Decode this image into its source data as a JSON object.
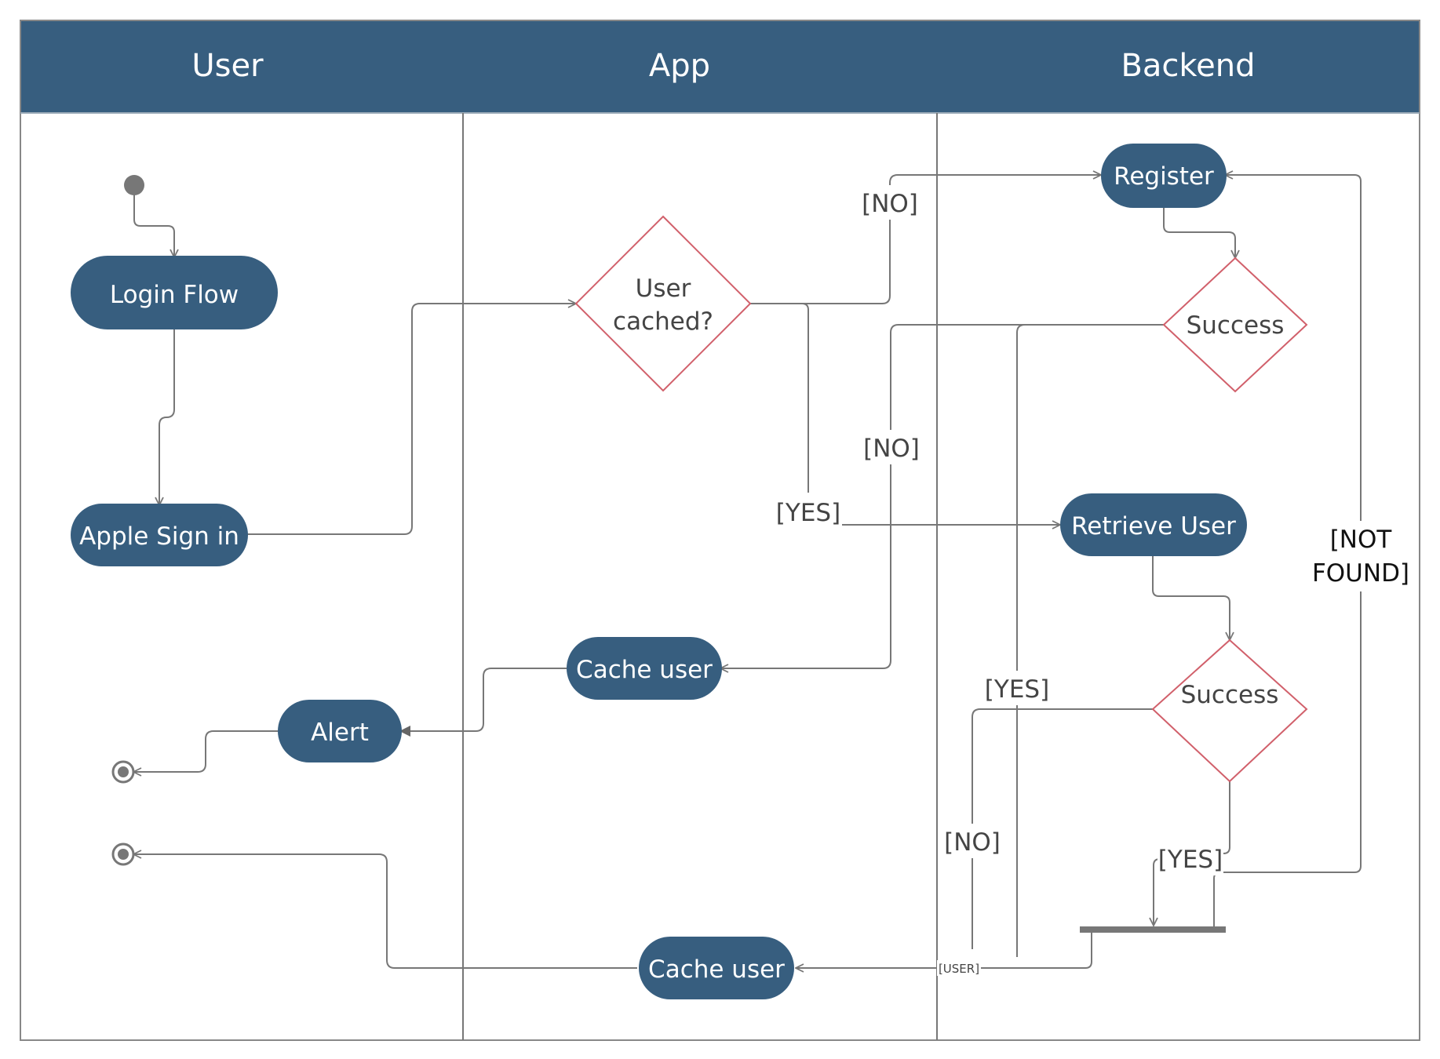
{
  "lanes": [
    {
      "id": "user",
      "title": "User"
    },
    {
      "id": "app",
      "title": "App"
    },
    {
      "id": "backend",
      "title": "Backend"
    }
  ],
  "nodes": {
    "login_flow": "Login Flow",
    "apple_sign_in": "Apple Sign in",
    "user_cached": [
      "User",
      "cached?"
    ],
    "register": "Register",
    "success_register": "Success",
    "retrieve_user": "Retrieve User",
    "success_retrieve": "Success",
    "cache_user_upper": "Cache user",
    "alert": "Alert",
    "cache_user_lower": "Cache user"
  },
  "guards": {
    "cached_no": "[NO]",
    "cached_yes": "[YES]",
    "register_no": "[NO]",
    "register_yes": "[YES]",
    "retrieve_no": "[NO]",
    "retrieve_yes": "[YES]",
    "not_found": [
      "[NOT",
      "FOUND]"
    ],
    "user": "[USER]"
  },
  "colors": {
    "header": "#375e7f",
    "header_text": "#ffffff",
    "action_fill": "#375e7f",
    "action_text": "#ffffff",
    "decision_stroke": "#d1606b",
    "line": "#777777",
    "label_text": "#444444",
    "frame": "#888888"
  }
}
